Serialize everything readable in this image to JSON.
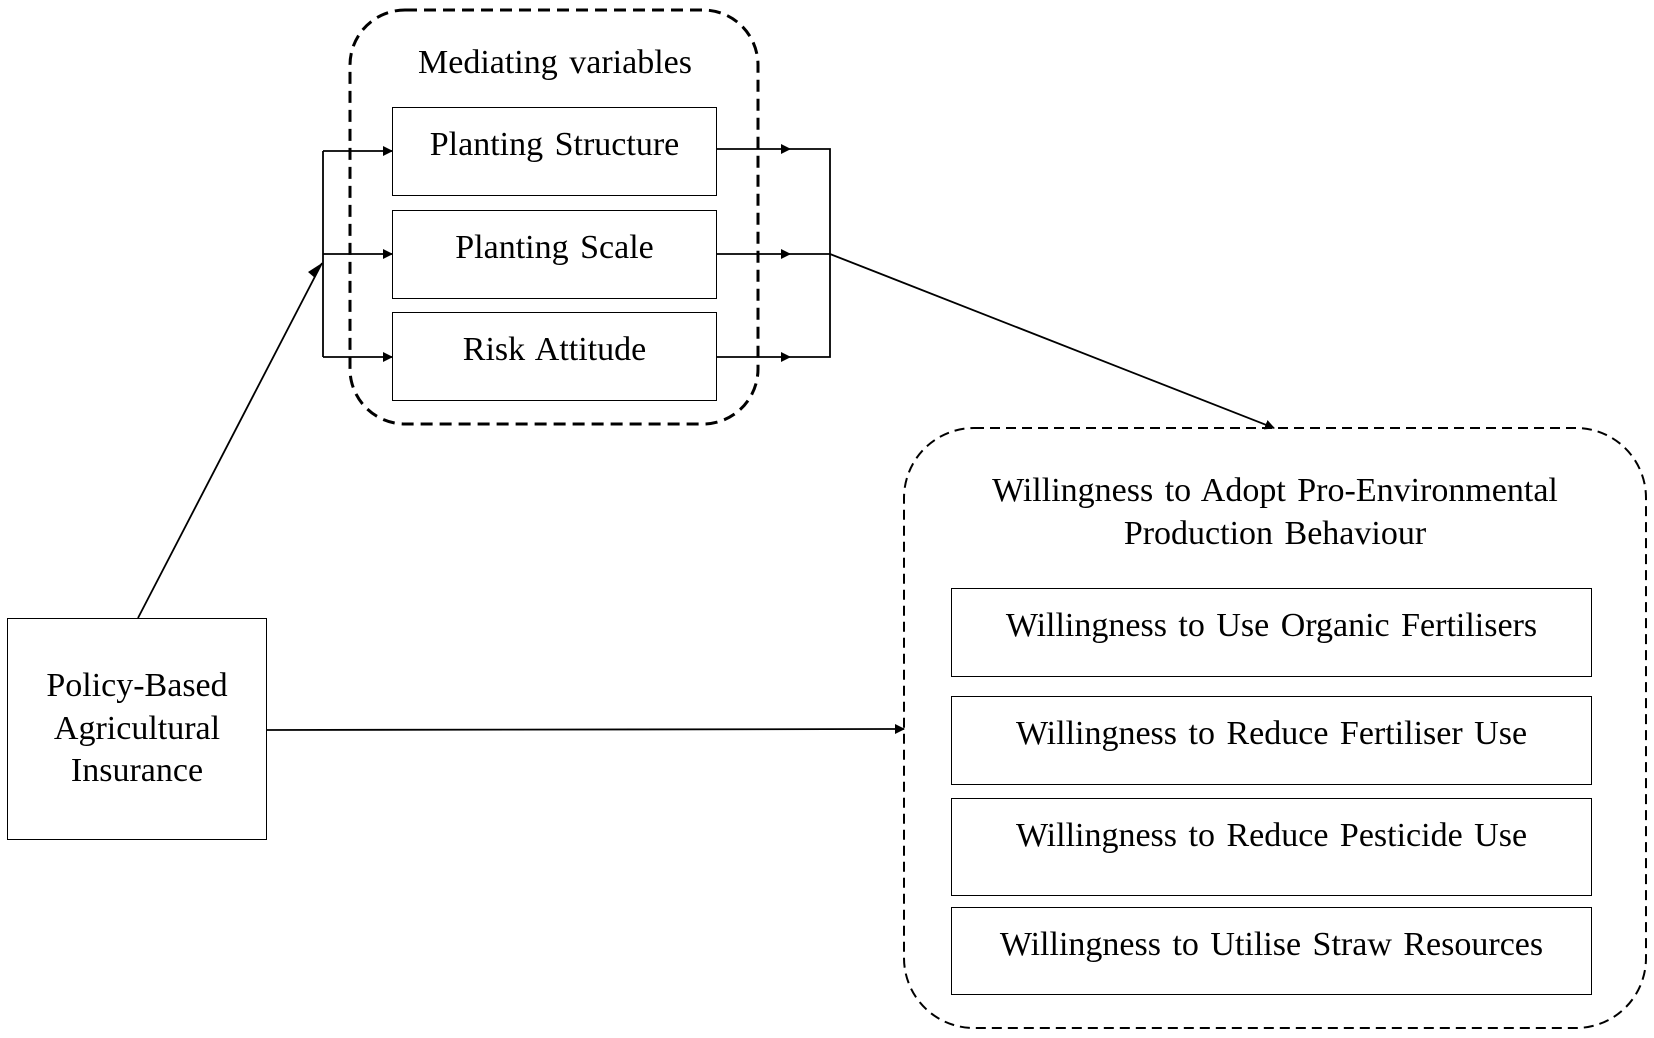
{
  "mediators": {
    "title": "Mediating variables",
    "items": [
      {
        "label": "Planting Structure"
      },
      {
        "label": "Planting Scale"
      },
      {
        "label": "Risk Attitude"
      }
    ]
  },
  "independent": {
    "label_lines": [
      "Policy-Based",
      "Agricultural",
      "Insurance"
    ]
  },
  "outcome": {
    "title_lines": [
      "Willingness to Adopt Pro-Environmental",
      "Production Behaviour"
    ],
    "items": [
      {
        "label": "Willingness to Use Organic Fertilisers"
      },
      {
        "label": "Willingness to Reduce Fertiliser Use"
      },
      {
        "label": "Willingness to Reduce Pesticide Use"
      },
      {
        "label": "Willingness to Utilise Straw Resources"
      }
    ]
  }
}
